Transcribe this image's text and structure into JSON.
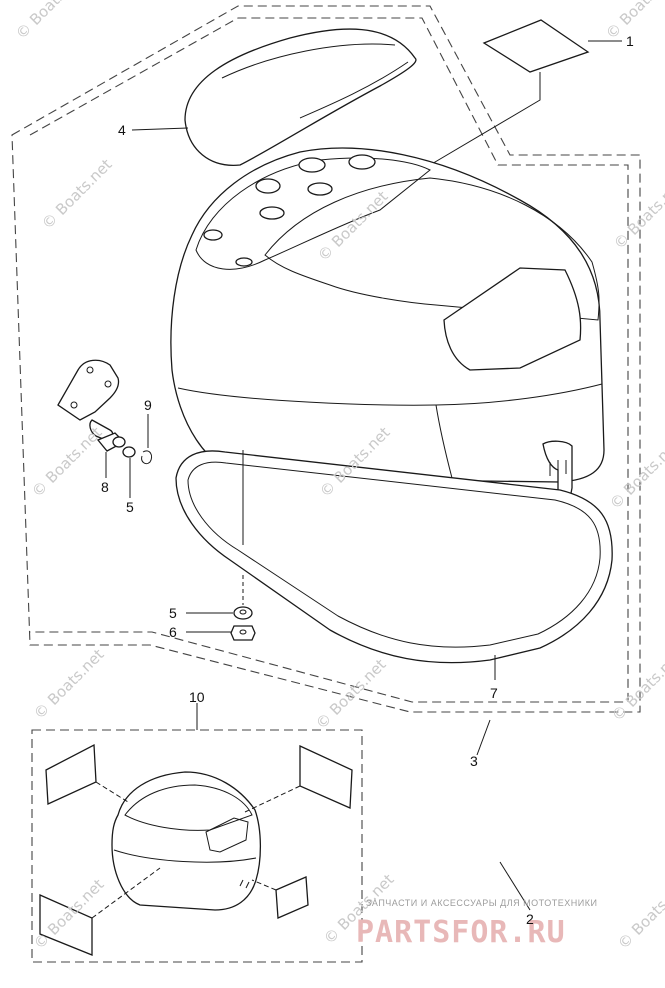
{
  "diagram": {
    "callouts": [
      {
        "id": "c1",
        "label": "1"
      },
      {
        "id": "c4",
        "label": "4"
      },
      {
        "id": "c9",
        "label": "9"
      },
      {
        "id": "c8",
        "label": "8"
      },
      {
        "id": "c5a",
        "label": "5"
      },
      {
        "id": "c5b",
        "label": "5"
      },
      {
        "id": "c6",
        "label": "6"
      },
      {
        "id": "c7",
        "label": "7"
      },
      {
        "id": "c3",
        "label": "3"
      },
      {
        "id": "c10",
        "label": "10"
      },
      {
        "id": "c2",
        "label": "2"
      }
    ],
    "watermark_text": "© Boats.net",
    "brand": {
      "tagline": "ЗАПЧАСТИ И АКСЕССУАРЫ ДЛЯ МОТОТЕХНИКИ",
      "logo": "PARTSFOR.RU"
    }
  }
}
